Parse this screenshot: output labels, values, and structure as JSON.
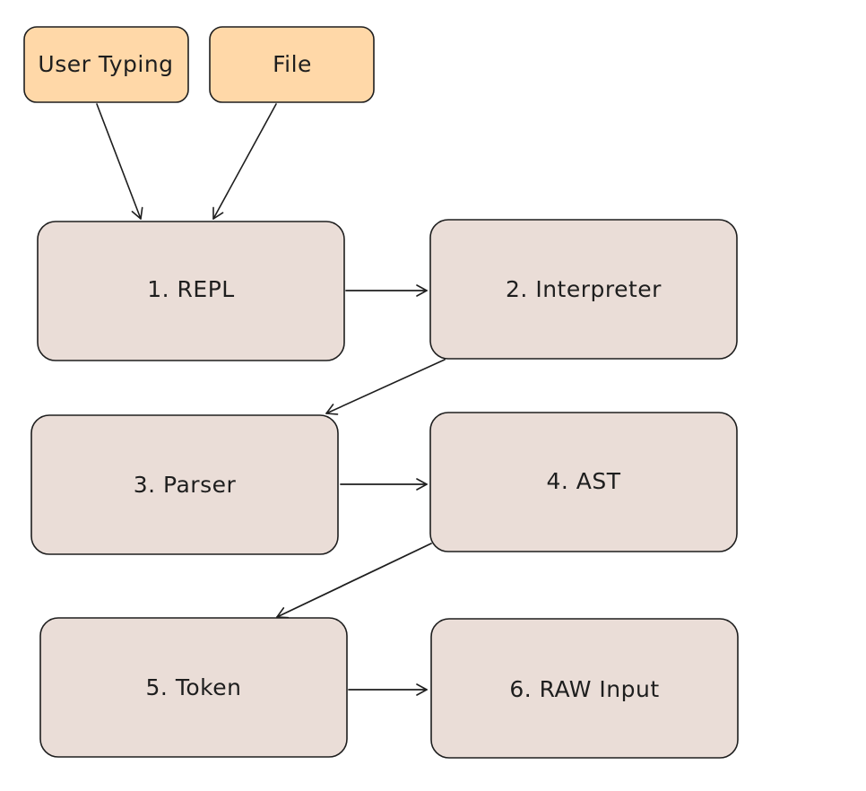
{
  "colors": {
    "source_fill": "#ffd8a8",
    "stage_fill": "#eaddd7",
    "stroke": "#1e1e1e",
    "background": "#ffffff"
  },
  "nodes": {
    "user_typing": "User Typing",
    "file": "File",
    "repl": "1. REPL",
    "interpreter": "2. Interpreter",
    "parser": "3. Parser",
    "ast": "4. AST",
    "token": "5. Token",
    "raw_input": "6. RAW Input"
  }
}
